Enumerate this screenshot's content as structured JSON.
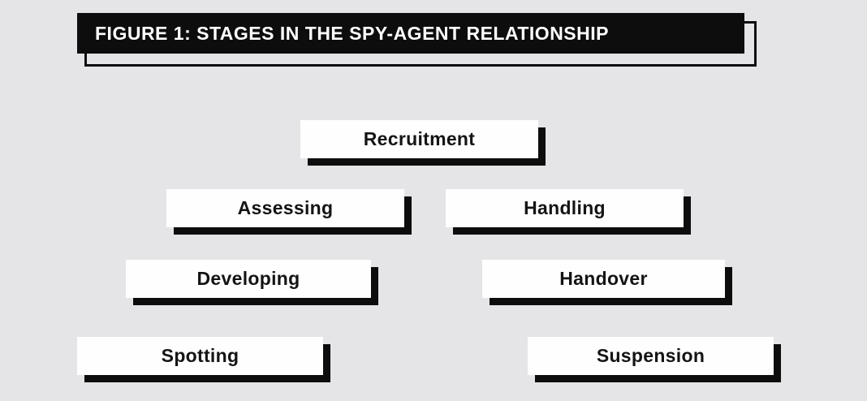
{
  "figure": {
    "title": "FIGURE 1: STAGES IN THE SPY-AGENT RELATIONSHIP"
  },
  "stages": {
    "recruitment": {
      "label": "Recruitment"
    },
    "assessing": {
      "label": "Assessing"
    },
    "handling": {
      "label": "Handling"
    },
    "developing": {
      "label": "Developing"
    },
    "handover": {
      "label": "Handover"
    },
    "spotting": {
      "label": "Spotting"
    },
    "suspension": {
      "label": "Suspension"
    }
  },
  "colors": {
    "background": "#e5e4e6",
    "box_background": "#fefefe",
    "shadow": "#0d0d0d",
    "title_background": "#0d0d0d",
    "title_text": "#ffffff",
    "stage_text": "#141414"
  }
}
